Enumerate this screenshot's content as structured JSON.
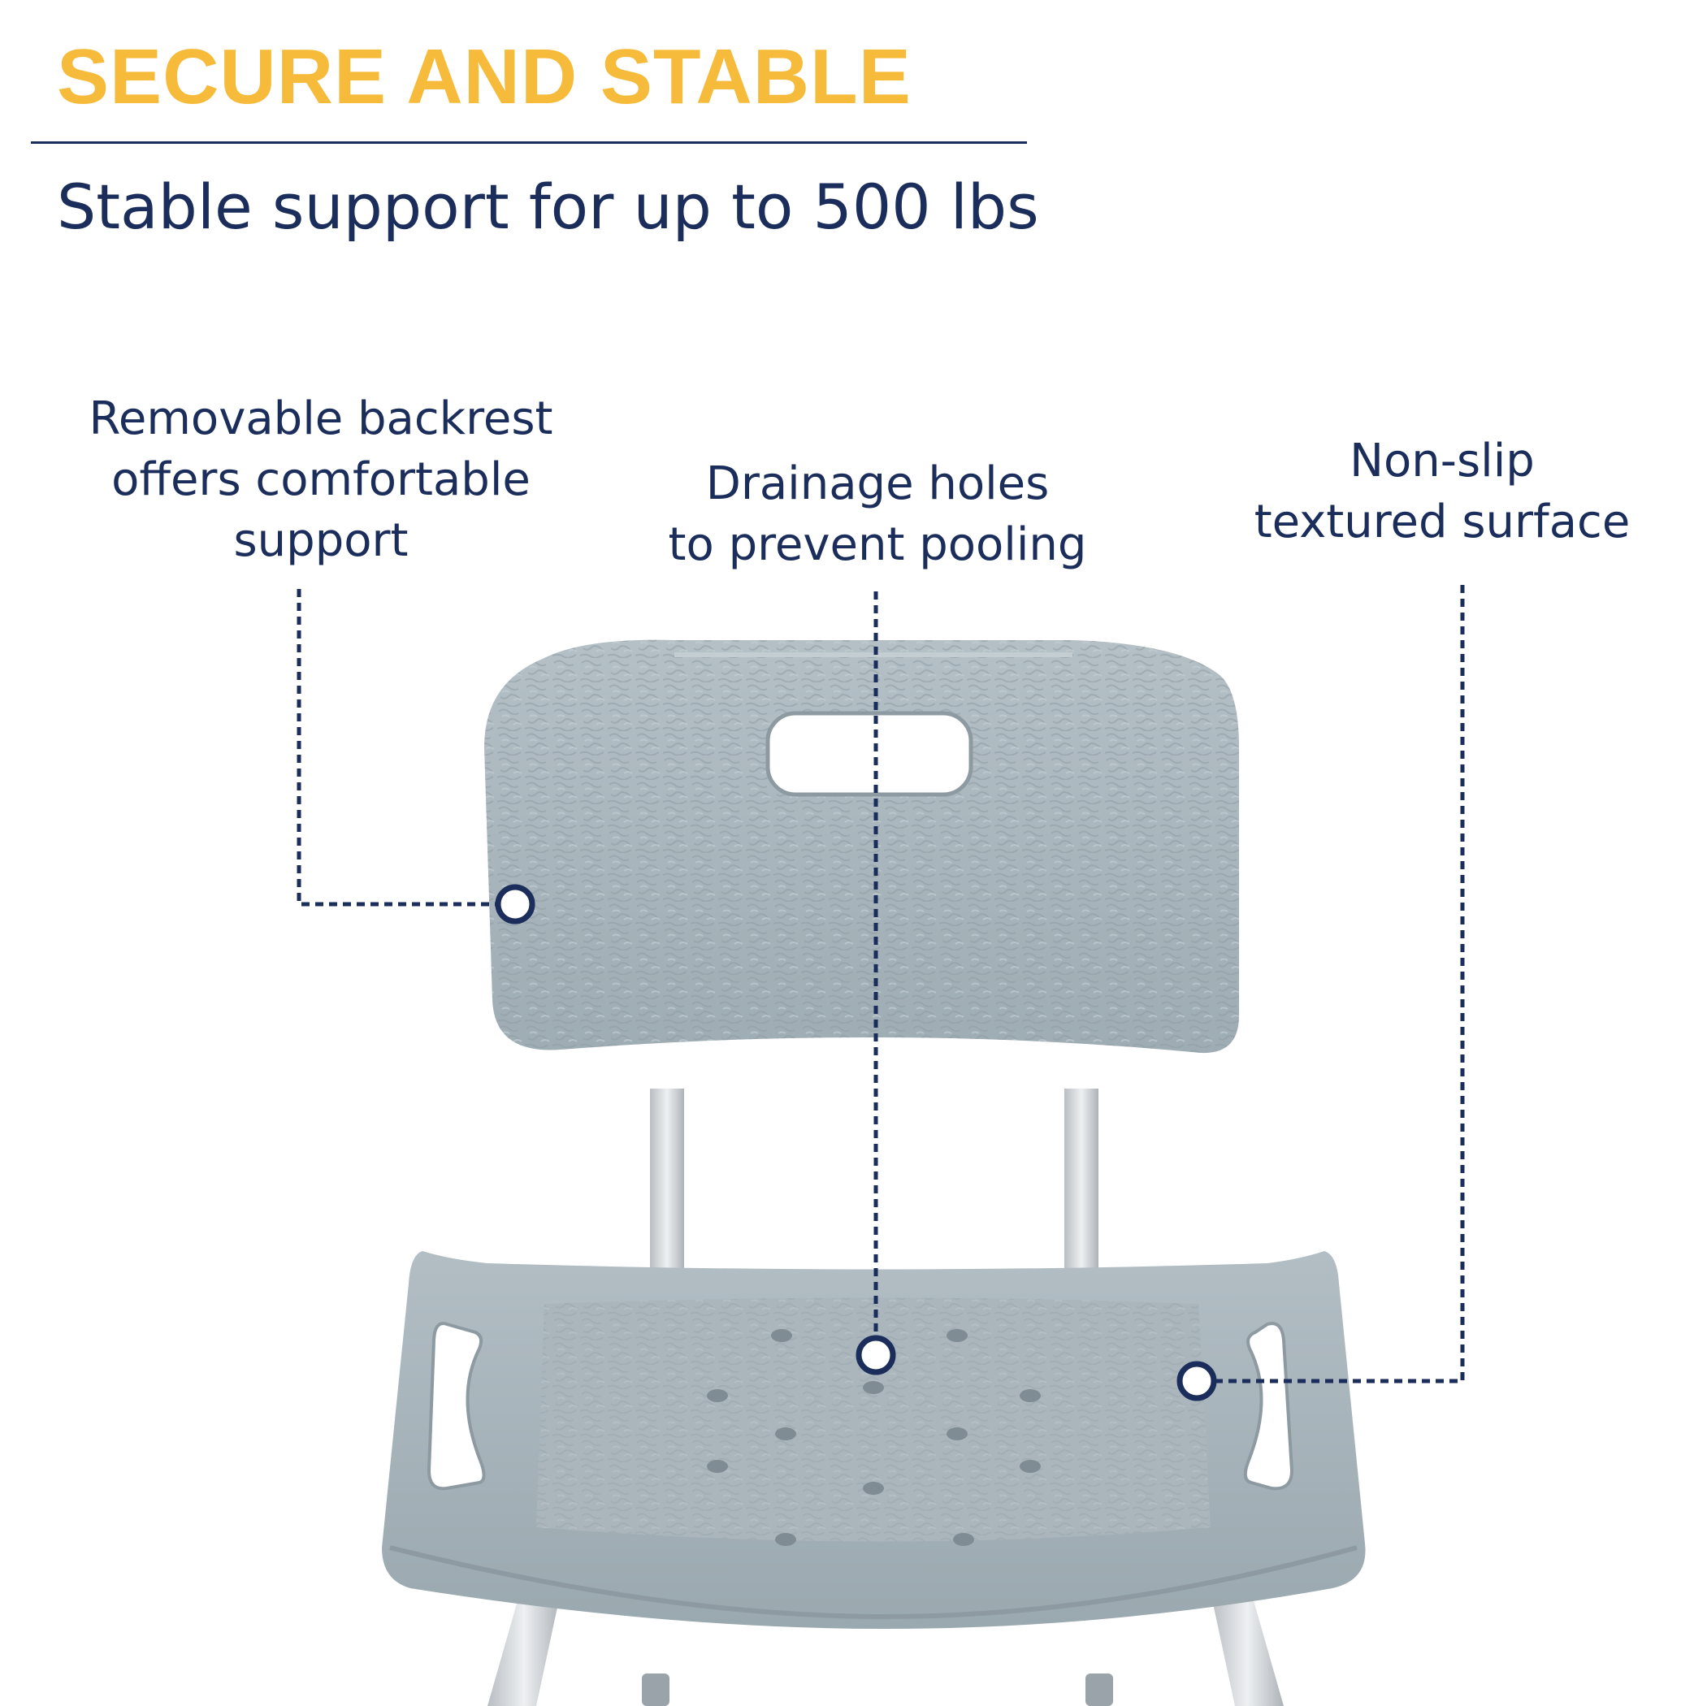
{
  "header": {
    "title": "SECURE AND STABLE",
    "subtitle": "Stable support for up to 500 lbs"
  },
  "callouts": [
    {
      "id": "backrest",
      "lines": [
        "Removable backrest",
        "offers comfortable",
        "support"
      ]
    },
    {
      "id": "drainage",
      "lines": [
        "Drainage holes",
        "to prevent pooling"
      ]
    },
    {
      "id": "nonslip",
      "lines": [
        "Non-slip",
        "textured surface"
      ]
    }
  ],
  "colors": {
    "accent": "#F6BB3A",
    "navy": "#1B2D5B",
    "chair": "#A5B2B9",
    "frame": "#D4D8DC"
  }
}
